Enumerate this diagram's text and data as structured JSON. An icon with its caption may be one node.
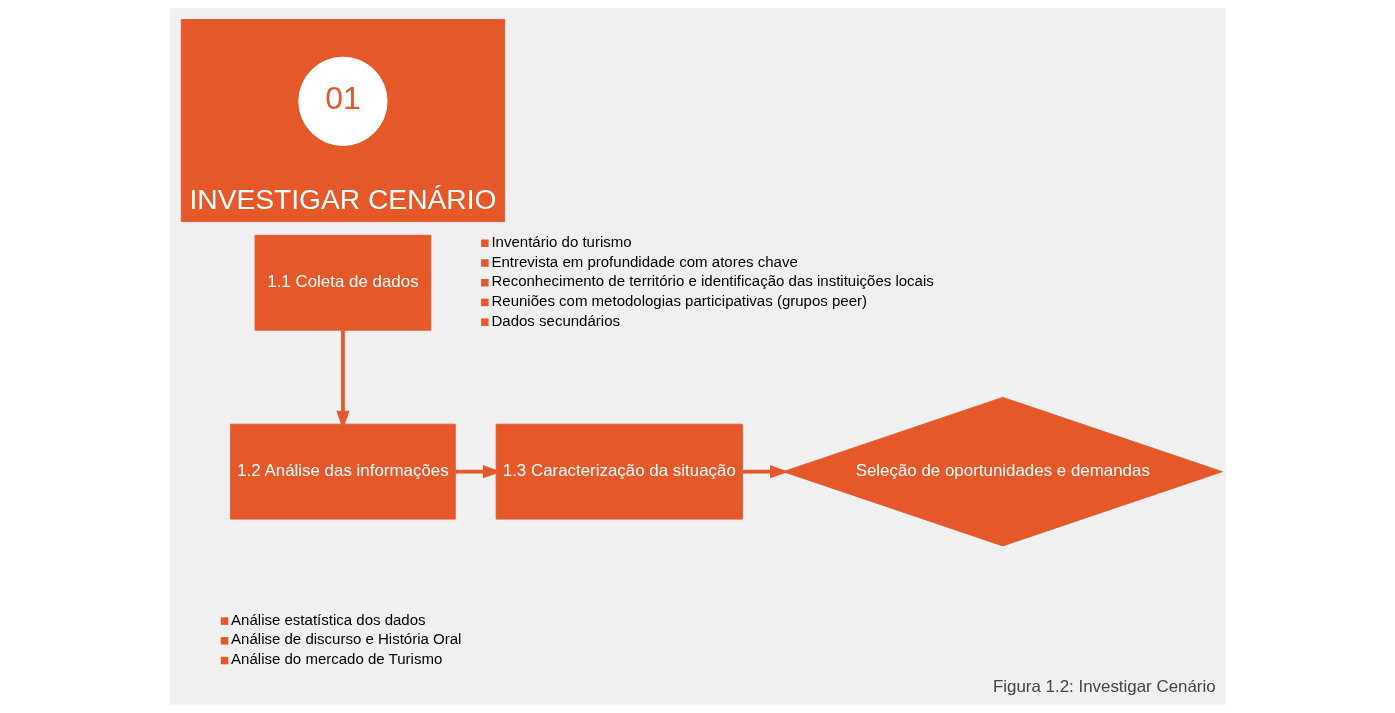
{
  "diagram": {
    "caption": "Figura 1.2: Investigar Cenário",
    "nodes": [
      {
        "text": [
          "INVESTIGAR CENÁRIO"
        ]
      },
      {
        "text": [
          "01"
        ],
        "in": 0
      },
      {
        "text": [
          "1.1 Coleta de dados"
        ],
        "beside": [
          "Inventário do turismo",
          "Entrevista em profundidade com atores chave",
          "Reconhecimento de território e identificação das instituições locais",
          "Reuniões com metodologias participativas (grupos peer)",
          "Dados secundários"
        ]
      },
      {
        "text": [
          "1.2 Análise das informações"
        ],
        "beside": [
          "Análise estatística dos dados",
          "Análise de discurso e História Oral",
          "Análise do mercado de Turismo"
        ]
      },
      {
        "text": [
          "1.3 Caracterização da situação"
        ]
      },
      {
        "text": [
          "Seleção de oportunidades e demandas"
        ]
      }
    ],
    "edges": [
      {
        "from": 2,
        "to": 3,
        "arrow": "to"
      },
      {
        "from": 3,
        "to": 4,
        "arrow": "to"
      },
      {
        "from": 4,
        "to": 5,
        "arrow": "to"
      }
    ]
  }
}
